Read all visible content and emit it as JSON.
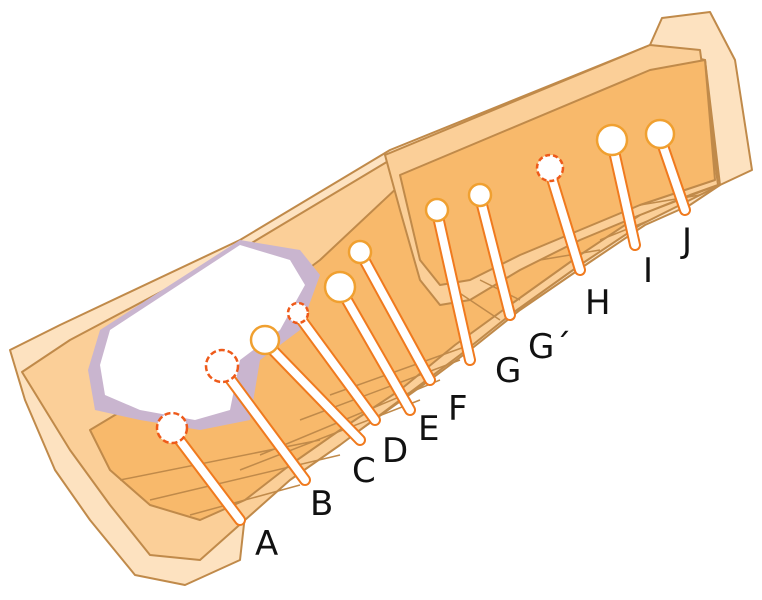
{
  "colors": {
    "light": "#fde2c0",
    "mid": "#fbcf98",
    "dark": "#f8b96b",
    "outline": "#c08a4a",
    "canal": "#f07a1e",
    "dashed": "#ee5a1a"
  },
  "labels": [
    {
      "id": "A",
      "text": "A"
    },
    {
      "id": "B",
      "text": "B"
    },
    {
      "id": "C",
      "text": "C"
    },
    {
      "id": "D",
      "text": "D"
    },
    {
      "id": "E",
      "text": "E"
    },
    {
      "id": "F",
      "text": "F"
    },
    {
      "id": "G",
      "text": "G"
    },
    {
      "id": "G2",
      "text": "G´"
    },
    {
      "id": "H",
      "text": "H"
    },
    {
      "id": "I",
      "text": "I"
    },
    {
      "id": "J",
      "text": "J"
    }
  ]
}
